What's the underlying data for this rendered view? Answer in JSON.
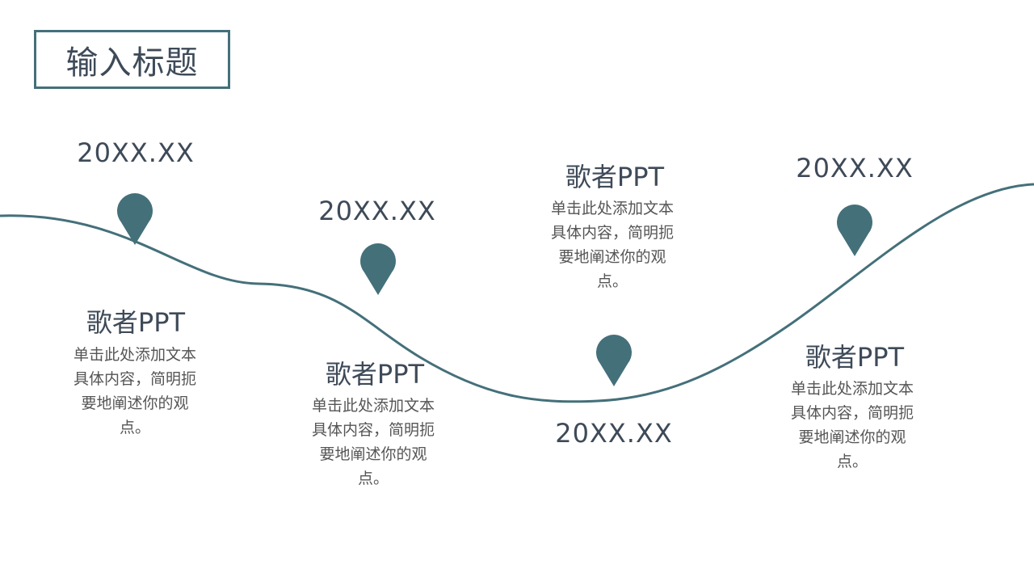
{
  "title": "输入标题",
  "accent_color": "#44707a",
  "text_color": "#3e4a58",
  "items": [
    {
      "date": "20XX.XX",
      "heading": "歌者PPT",
      "text": "单击此处添加文本具体内容，简明扼要地阐述你的观点。"
    },
    {
      "date": "20XX.XX",
      "heading": "歌者PPT",
      "text": "单击此处添加文本具体内容，简明扼要地阐述你的观点。"
    },
    {
      "date": "20XX.XX",
      "heading": "歌者PPT",
      "text": "单击此处添加文本具体内容，简明扼要地阐述你的观点。"
    },
    {
      "date": "20XX.XX",
      "heading": "歌者PPT",
      "text": "单击此处添加文本具体内容，简明扼要地阐述你的观点。"
    }
  ]
}
